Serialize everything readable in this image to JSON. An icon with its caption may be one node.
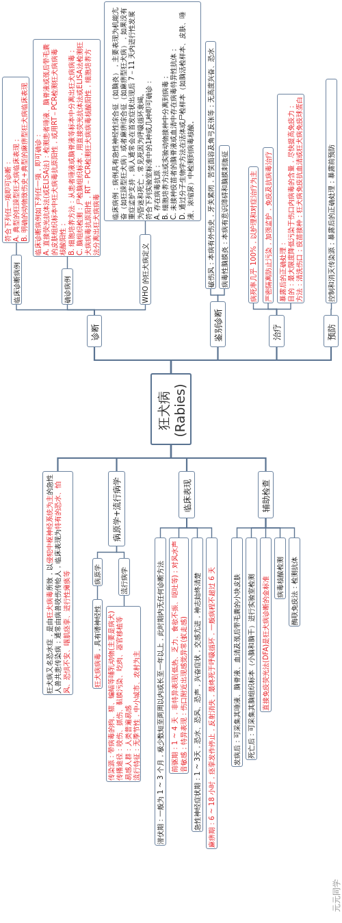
{
  "diagram": {
    "nodes": [
      {
        "text": [
          "狂犬病 (Rabies)"
        ]
      },
      {
        "text": [
          "诊断"
        ]
      },
      {
        "text": [
          "临床诊断病例"
        ]
      },
      {
        "text": [
          "符合下列任一项即可诊断：",
          "A. 典型的狂躁型狂犬病临床表现；",
          "B. 明确的动物致伤史+典型的麻痹型狂犬病临床表现"
        ]
      },
      {
        "text": [
          "确诊病例"
        ]
      },
      {
        "text": [
          "临床诊断病例如下列任一项，即可确诊：",
          "A. 直接荧光抗体法(或ELISA法)：检测患者唾液、脑脊液或颈后带毛囊的皮肤组织标本中狂犬病毒抗原阳性，或用RT－PCR检测狂犬病病毒核酸阳性；",
          "B. 细胞培养方法：从患者唾液或脑脊液等标本中分离出狂犬病病毒；",
          "C. 脑组织检测：尸检脑组织标本，用直接荧光抗体法或ELISA法检测狂犬病病毒抗原阳性，RT－PCR检测狂犬病病毒核酸阳性，细胞培养方法分离出狂犬病病毒"
        ]
      },
      {
        "text": [
          "WHO 的狂犬病定义"
        ]
      },
      {
        "text": [
          "临床病例：病例具有急性神经性综合征（如脑炎），主要表现为机能亢奋（如狂躁型狂犬病）或者麻痹综合征（如麻痹型狂犬病），如果没有重症监护支持，病人通常会在首发症状出现后 7－11 天内进行性发展为昏迷和死亡，常见死因为呼吸循环衰竭。",
          "符合下列实验室标准中的1种或几种即可确诊：",
          "A. 存在病毒抗原；",
          "B. 细胞培养方法或实验动物接种中分离到病毒；",
          "C. 未接种疫苗者的脑脊液或血清中存在病毒特异性抗体；",
          "D. 通过分子生物学方法在活体或尸检样本（如脑活检样本、皮肤、唾液、浓缩尿）中检测到病毒核酸。"
        ]
      },
      {
        "text": [
          "鉴别诊断"
        ]
      },
      {
        "text": [
          "破伤风：本病有外伤史，牙关紧闭，苦笑面容及角弓反张等；无高度兴奋、恐水"
        ]
      },
      {
        "text": [
          "病毒性脑膜炎：本病有意识障碍和脑膜刺激征"
        ]
      },
      {
        "text": [
          "治疗"
        ]
      },
      {
        "text": [
          "病死率几乎 100%，以护理和对症治疗为主"
        ]
      },
      {
        "text": [
          "严密隔离防止污染，加强监护，免疫及抗病毒治疗"
        ]
      },
      {
        "text": [
          "暴露后的正确处理：",
          "目的：最大限度降低污染于伤口内病毒的含量，尽快提高免疫力；",
          "方法：清洗伤口；疫苗接种；狂犬病免疫抗血清或狂犬病免疫球蛋白"
        ]
      },
      {
        "text": [
          "预防"
        ]
      },
      {
        "text": [
          "控制和消灭传染源；暴露后的正确处理；暴露前预防"
        ]
      },
      {
        "text": [
          "狂犬病又名恐水症，是由**狂犬病毒**所致，以**侵犯中枢神经系统为主**的急性人兽共患传染病；通常由病兽咬伤传给人，临床表现为**特有的恐水、怕风、恐惧不安、咽肌痉挛、进行性瘫痪等**"
        ]
      },
      {
        "text": [
          "病原学+流行病学"
        ]
      },
      {
        "text": [
          "病原学"
        ]
      },
      {
        "text": [
          "**狂犬病病毒**，具有嗜神经性"
        ]
      },
      {
        "text": [
          "流行病学"
        ]
      },
      {
        "text": [
          "传染源：带病毒的狗、猫、蝙蝠等哺乳动物(主要是病犬)",
          "传播途径：咬伤、抓伤、黏膜污染、吃肉、器官移植等",
          "易感人群：人类普遍易感",
          "流行特征：无季节性，中小城市、农村为主"
        ]
      },
      {
        "text": [
          "临床表现"
        ]
      },
      {
        "text": [
          "潜伏期：一般为 1 ~ 3 个月，极少数短至两周以内或长至一年以上，此时期内无任何诊断方法"
        ]
      },
      {
        "text": [
          "前驱期：1 ~ 4 天，非特异表现(低热、乏力、食欲不振、呕吐等)；对风水声音敏感；特异表现：伤口附近出现感觉异常(蚁走感)"
        ]
      },
      {
        "text": [
          "急性神经症状期：1 ~ 3天，恐水、恐风、恐声，兴奋症状，交感亢进，神志始终清楚"
        ]
      },
      {
        "text": [
          "麻痹期：6 ~ 18 小时，痉挛发作停止，反射消失，最终死于呼吸循环，一般病程不超过 6 天"
        ]
      },
      {
        "text": [
          "辅助检查"
        ]
      },
      {
        "text": [
          "发病后：可采集其唾液、脑脊液、血清及颈后带毛囊的小块皮肤"
        ]
      },
      {
        "text": [
          "死亡后：可采集其脑组织标本（小脑和脑干）进行实验室检测"
        ]
      },
      {
        "text": [
          "直接免疫荧光法(DFA)是狂犬病诊断的金标准"
        ]
      },
      {
        "text": [
          "病毒核酸检测"
        ]
      },
      {
        "text": [
          "酶联免疫法：检测抗体"
        ]
      }
    ],
    "edges": [
      {
        "from": 0,
        "to": 1,
        "arrow": "none"
      },
      {
        "from": 1,
        "to": 2,
        "arrow": "none"
      },
      {
        "from": 2,
        "to": 3,
        "arrow": "none"
      },
      {
        "from": 1,
        "to": 4,
        "arrow": "none"
      },
      {
        "from": 4,
        "to": 5,
        "arrow": "none"
      },
      {
        "from": 1,
        "to": 6,
        "arrow": "none"
      },
      {
        "from": 6,
        "to": 7,
        "arrow": "none"
      },
      {
        "from": 0,
        "to": 8,
        "arrow": "none"
      },
      {
        "from": 8,
        "to": 9,
        "arrow": "none"
      },
      {
        "from": 8,
        "to": 10,
        "arrow": "none"
      },
      {
        "from": 0,
        "to": 11,
        "arrow": "none"
      },
      {
        "from": 11,
        "to": 12,
        "arrow": "none"
      },
      {
        "from": 11,
        "to": 13,
        "arrow": "none"
      },
      {
        "from": 11,
        "to": 14,
        "arrow": "none"
      },
      {
        "from": 0,
        "to": 15,
        "arrow": "none"
      },
      {
        "from": 15,
        "to": 16,
        "arrow": "none"
      },
      {
        "from": 0,
        "to": 17,
        "arrow": "none"
      },
      {
        "from": 0,
        "to": 18,
        "arrow": "none"
      },
      {
        "from": 18,
        "to": 19,
        "arrow": "none"
      },
      {
        "from": 19,
        "to": 20,
        "arrow": "none"
      },
      {
        "from": 18,
        "to": 21,
        "arrow": "none"
      },
      {
        "from": 21,
        "to": 22,
        "arrow": "none"
      },
      {
        "from": 0,
        "to": 23,
        "arrow": "none"
      },
      {
        "from": 23,
        "to": 24,
        "arrow": "none"
      },
      {
        "from": 23,
        "to": 25,
        "arrow": "none"
      },
      {
        "from": 23,
        "to": 26,
        "arrow": "none"
      },
      {
        "from": 23,
        "to": 27,
        "arrow": "none"
      },
      {
        "from": 0,
        "to": 28,
        "arrow": "none"
      },
      {
        "from": 28,
        "to": 29,
        "arrow": "none"
      },
      {
        "from": 28,
        "to": 30,
        "arrow": "none"
      },
      {
        "from": 28,
        "to": 31,
        "arrow": "none"
      },
      {
        "from": 28,
        "to": 32,
        "arrow": "none"
      },
      {
        "from": 28,
        "to": 33,
        "arrow": "none"
      }
    ],
    "labels": [
      "元元同学"
    ]
  }
}
